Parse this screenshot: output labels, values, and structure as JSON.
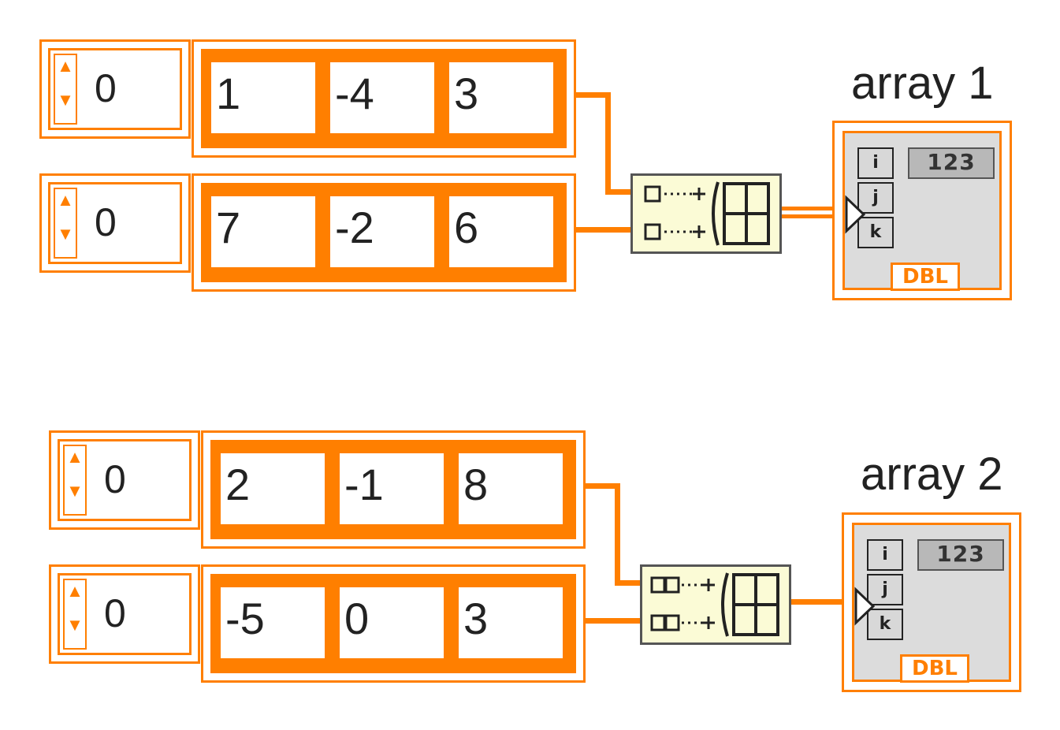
{
  "colors": {
    "wire": "#ff7f00",
    "node_fill": "#fbfbd6",
    "indicator_fill": "#dcdcdc"
  },
  "groups": [
    {
      "indicator_label": "array 1",
      "rows": [
        {
          "index": "0",
          "values": [
            "1",
            "-4",
            "3"
          ]
        },
        {
          "index": "0",
          "values": [
            "7",
            "-2",
            "6"
          ]
        }
      ],
      "node_icon": "build-array-icon",
      "indicator": {
        "idx_labels": [
          "i",
          "j",
          "k"
        ],
        "num_tag": "123",
        "type": "DBL"
      }
    },
    {
      "indicator_label": "array 2",
      "rows": [
        {
          "index": "0",
          "values": [
            "2",
            "-1",
            "8"
          ]
        },
        {
          "index": "0",
          "values": [
            "-5",
            "0",
            "3"
          ]
        }
      ],
      "node_icon": "build-array-icon",
      "indicator": {
        "idx_labels": [
          "i",
          "j",
          "k"
        ],
        "num_tag": "123",
        "type": "DBL"
      }
    }
  ]
}
